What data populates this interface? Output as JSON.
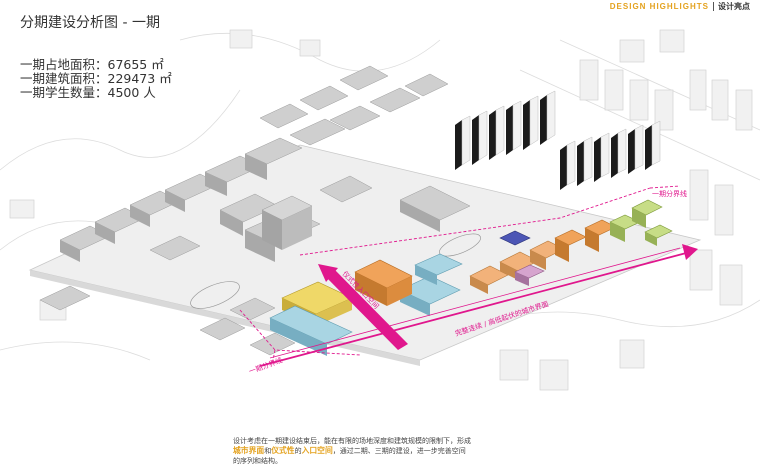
{
  "header": {
    "tag_en": "DESIGN HIGHLIGHTS",
    "tag_zh": "设计亮点"
  },
  "title": "分期建设分析图 - 一期",
  "stats": {
    "land_area": "一期占地面积：67655 ㎡",
    "building_area": "一期建筑面积：229473 ㎡",
    "students": "一期学生数量：4500 人"
  },
  "labels": {
    "boundary_top": "一期分界线",
    "boundary_bottom": "一期分界线",
    "main_axis": "仪式性入口空间",
    "city_interface": "完整连续 / 高低起伏的城市界面"
  },
  "caption": {
    "line1": "设计考虑在一期建设结束后，能在有限的场地深度和建筑规模的限制下，形成",
    "hl1": "城市界面",
    "mid1": "和",
    "hl2": "仪式性",
    "mid2": "的",
    "hl3": "入口空间",
    "line2_tail": "，通过二期、三期的建设，进一步完善空间",
    "line3": "的序列和结构。"
  },
  "colors": {
    "accent": "#e4a21e",
    "magenta": "#e0178d",
    "boundary": "#e0178d",
    "phase_yellow": "#e8c94a",
    "phase_blue": "#8ec6d8",
    "phase_orange": "#e59a3a",
    "phase_green": "#b6d06a",
    "phase_purple": "#c58ab9"
  }
}
